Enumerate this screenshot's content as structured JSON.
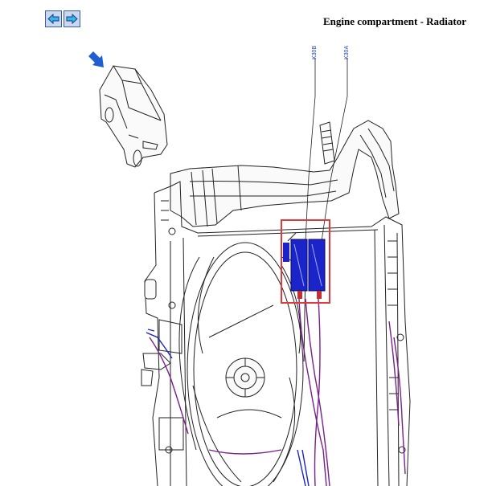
{
  "header": {
    "title": "Engine compartment - Radiator"
  },
  "navigation": {
    "back_icon": "arrow-left-icon",
    "forward_icon": "arrow-right-icon"
  },
  "diagram": {
    "connector_labels": [
      "K30B",
      "K30A"
    ],
    "colors": {
      "highlight_box": "#e23a3a",
      "connector": "#1a24c8",
      "wiring": "#7a1f8c",
      "orientation_arrow": "#1f5fd0",
      "nav_button": "#c9d7ef"
    }
  }
}
